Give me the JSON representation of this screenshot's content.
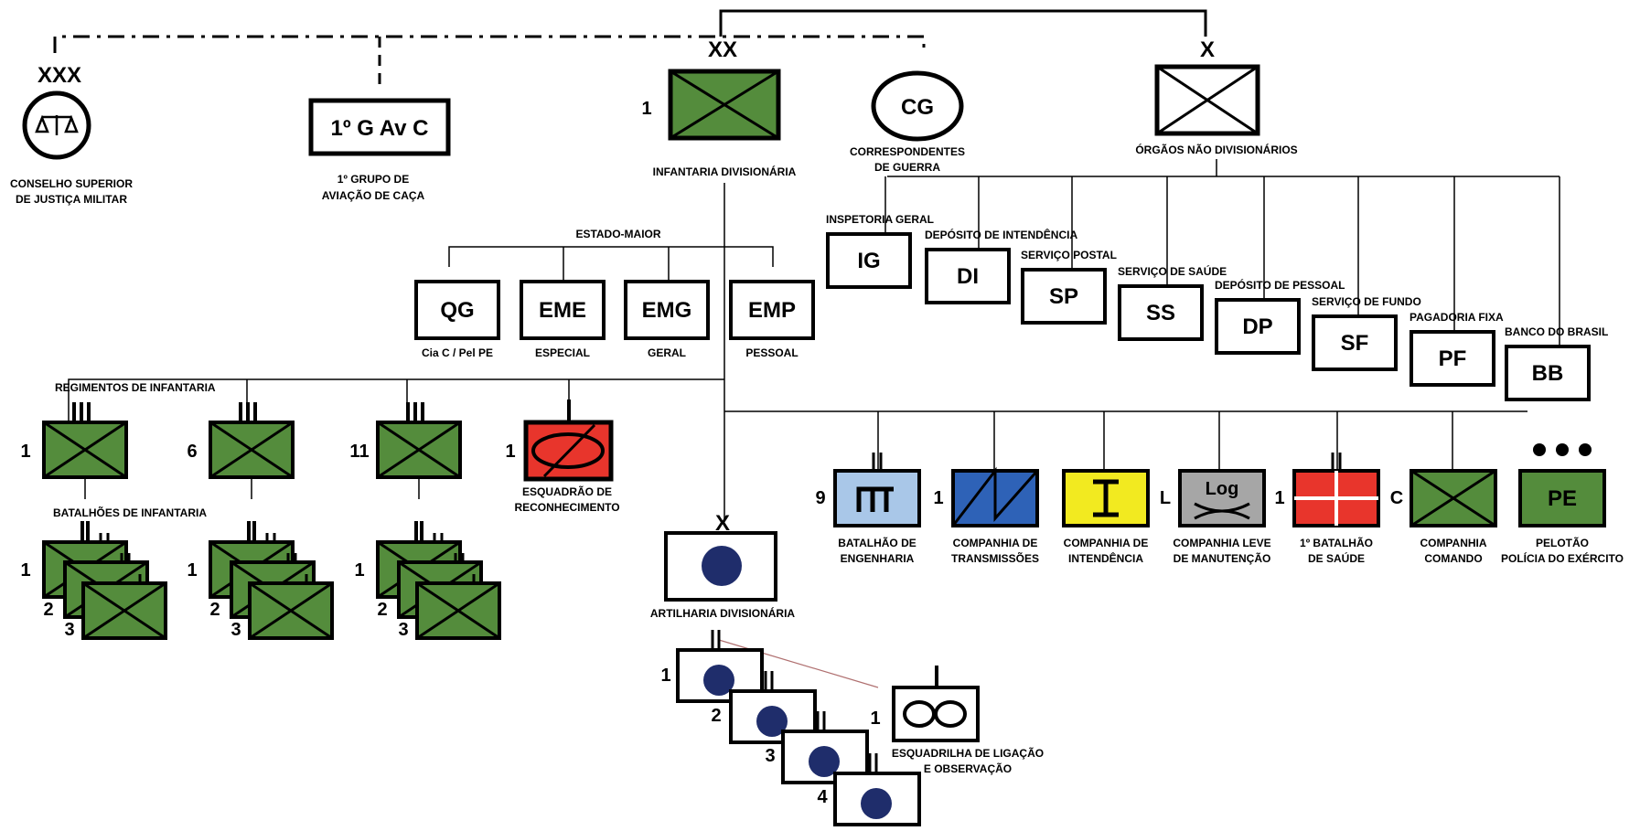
{
  "top": {
    "csjm": {
      "echelon": "XXX",
      "name_line1": "CONSELHO SUPERIOR",
      "name_line2": "DE JUSTIÇA MILITAR"
    },
    "gavc": {
      "code": "1º G Av C",
      "name_line1": "1º GRUPO DE",
      "name_line2": "AVIAÇÃO DE CAÇA"
    },
    "division": {
      "echelon": "XX",
      "number": "1",
      "name": "INFANTARIA  DIVISIONÁRIA"
    },
    "cg": {
      "code": "CG",
      "name_line1": "CORRESPONDENTES",
      "name_line2": "DE GUERRA"
    },
    "ond": {
      "echelon": "X",
      "name": "ÓRGÃOS NÃO DIVISIONÁRIOS"
    }
  },
  "staff": {
    "title": "ESTADO-MAIOR",
    "units": [
      {
        "code": "QG",
        "desc": "Cia C / Pel PE"
      },
      {
        "code": "EME",
        "desc": "ESPECIAL"
      },
      {
        "code": "EMG",
        "desc": "GERAL"
      },
      {
        "code": "EMP",
        "desc": "PESSOAL"
      }
    ]
  },
  "non_divisional": [
    {
      "code": "IG",
      "name": "INSPETORIA GERAL"
    },
    {
      "code": "DI",
      "name": "DEPÓSITO DE INTENDÊNCIA"
    },
    {
      "code": "SP",
      "name": "SERVIÇO POSTAL"
    },
    {
      "code": "SS",
      "name": "SERVIÇO DE SAÚDE"
    },
    {
      "code": "DP",
      "name": "DEPÓSITO DE PESSOAL"
    },
    {
      "code": "SF",
      "name": "SERVIÇO DE FUNDO"
    },
    {
      "code": "PF",
      "name": "PAGADORIA FIXA"
    },
    {
      "code": "BB",
      "name": "BANCO DO BRASIL"
    }
  ],
  "regiments": {
    "title": "REGIMENTOS DE INFANTARIA",
    "battalions_title": "BATALHÕES DE INFANTARIA",
    "numbers": [
      "1",
      "6",
      "11"
    ],
    "battalion_numbers": [
      "1",
      "2",
      "3"
    ]
  },
  "recon": {
    "number": "1",
    "name_line1": "ESQUADRÃO DE",
    "name_line2": "RECONHECIMENTO",
    "color": "#e8352c"
  },
  "support": [
    {
      "number": "9",
      "name_line1": "BATALHÃO DE",
      "name_line2": "ENGENHARIA",
      "color": "#a9c7e8"
    },
    {
      "number": "1",
      "name_line1": "COMPANHIA DE",
      "name_line2": "TRANSMISSÕES",
      "color": "#2e62b7"
    },
    {
      "number": "",
      "name_line1": "COMPANHIA DE",
      "name_line2": "INTENDÊNCIA",
      "color": "#f2ea20"
    },
    {
      "number": "L",
      "code": "Log",
      "name_line1": "COMPANHIA LEVE",
      "name_line2": "DE MANUTENÇÃO",
      "color": "#a6a6a6"
    },
    {
      "number": "1",
      "name_line1": "1º BATALHÃO",
      "name_line2": "DE SAÚDE",
      "color": "#e8352c"
    },
    {
      "number": "C",
      "name_line1": "COMPANHIA",
      "name_line2": "COMANDO",
      "color": "#548c3c"
    },
    {
      "number": "",
      "code": "PE",
      "name_line1": "PELOTÃO",
      "name_line2": "POLÍCIA DO EXÉRCITO",
      "color": "#548c3c"
    }
  ],
  "artillery": {
    "echelon": "X",
    "name": "ARTILHARIA  DIVISIONÁRIA",
    "group_numbers": [
      "1",
      "2",
      "3",
      "4"
    ],
    "liaison": {
      "number": "1",
      "name_line1": "ESQUADRILHA DE LIGAÇÃO",
      "name_line2": "E OBSERVAÇÃO"
    }
  },
  "colors": {
    "infantry": "#548c3c",
    "artillery_dot": "#1f2d6b"
  }
}
